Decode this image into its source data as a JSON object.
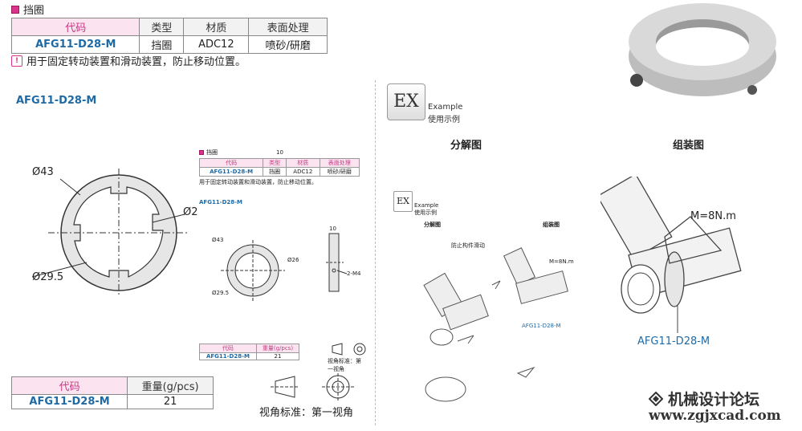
{
  "section_title": "挡圈",
  "spec_table": {
    "headers": [
      "代码",
      "类型",
      "材质",
      "表面处理"
    ],
    "row": [
      "AFG11-D28-M",
      "挡圈",
      "ADC12",
      "喷砂/研磨"
    ]
  },
  "note": "用于固定转动装置和滑动装置，防止移动位置。",
  "model_label": "AFG11-D28-M",
  "dims": {
    "outer": "Ø43",
    "inner": "Ø29.5",
    "bore": "Ø2"
  },
  "weight_table": {
    "headers": [
      "代码",
      "重量(g/pcs)"
    ],
    "row": [
      "AFG11-D28-M",
      "21"
    ]
  },
  "view_standard": "视角标准：第一视角",
  "example": {
    "badge": "EX",
    "en": "Example",
    "cn": "使用示例"
  },
  "exploded": "分解图",
  "assembled": "组装图",
  "torque": "M=8N.m",
  "assembly_label": "AFG11-D28-M",
  "mini": {
    "title": "挡圈",
    "page": "10",
    "headers": [
      "代码",
      "类型",
      "材质",
      "表面处理"
    ],
    "row": [
      "AFG11-D28-M",
      "挡圈",
      "ADC12",
      "喷砂/研磨"
    ],
    "note": "用于固定转动装置和滑动装置，防止移动位置。",
    "model": "AFG11-D28-M",
    "dim_outer": "Ø43",
    "dim_bore": "Ø26",
    "dim_inner": "Ø29.5",
    "width": "10",
    "thread": "2-M4",
    "weight_headers": [
      "代码",
      "重量(g/pcs)"
    ],
    "weight_row": [
      "AFG11-D28-M",
      "21"
    ],
    "view": "视角标准：第一视角"
  },
  "mini_ex": {
    "badge": "EX",
    "en": "Example",
    "cn": "使用示例",
    "exploded": "分解图",
    "assembled": "组装图",
    "prevent": "防止构件滑动",
    "torque": "M=8N.m",
    "label": "AFG11-D28-M"
  },
  "watermark": {
    "cn": "机械设计论坛",
    "url": "www.zgjxcad.com"
  }
}
